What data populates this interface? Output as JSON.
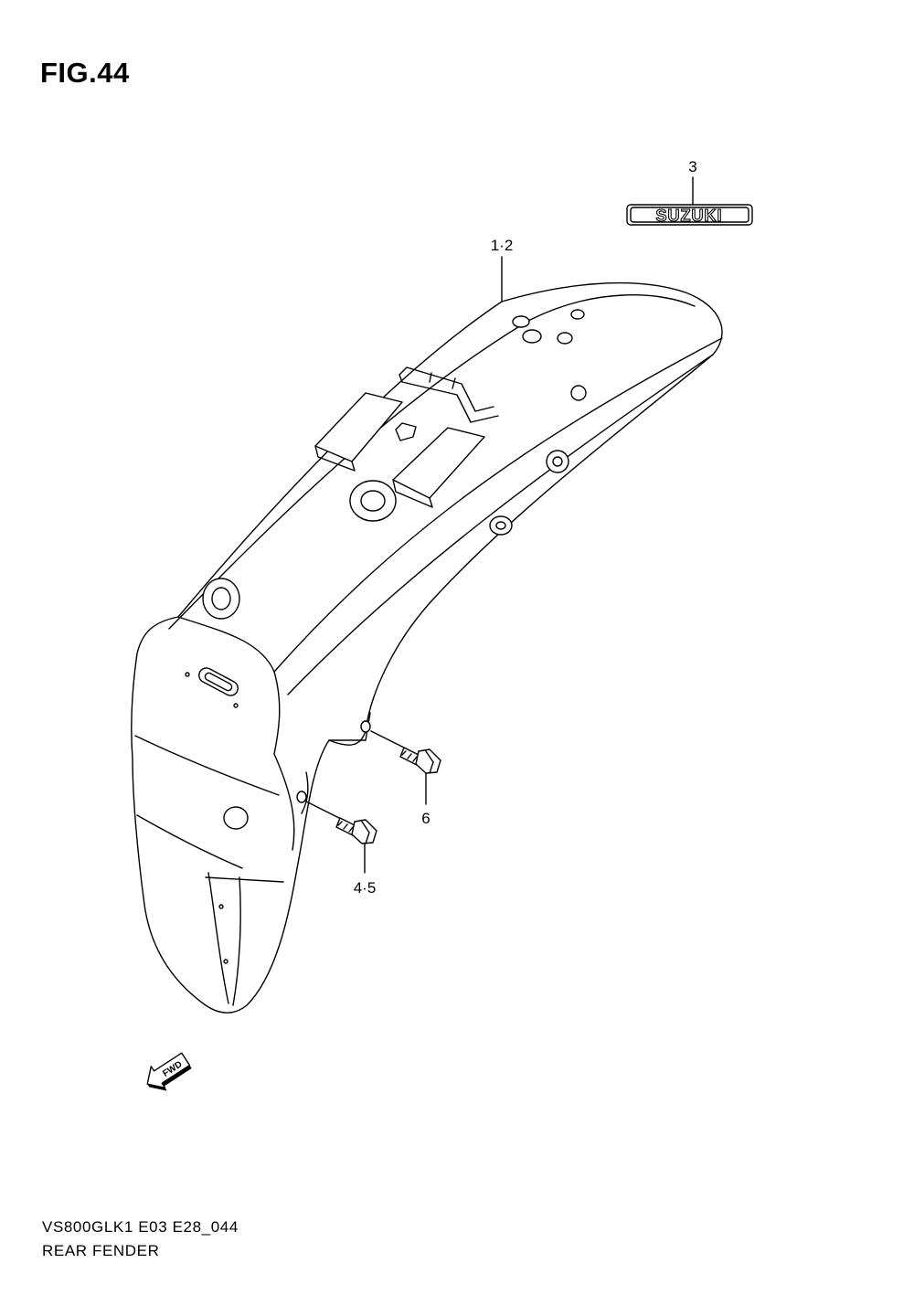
{
  "figure": {
    "title": "FIG.44"
  },
  "callouts": {
    "emblem": "3",
    "fender": "1·2",
    "bolt_upper": "6",
    "bolt_lower": "4·5"
  },
  "emblem": {
    "text": "SUZUKI"
  },
  "fwd_arrow": {
    "text": "FWD"
  },
  "footer": {
    "model_code": "VS800GLK1 E03 E28_044",
    "part_name": "REAR FENDER"
  }
}
